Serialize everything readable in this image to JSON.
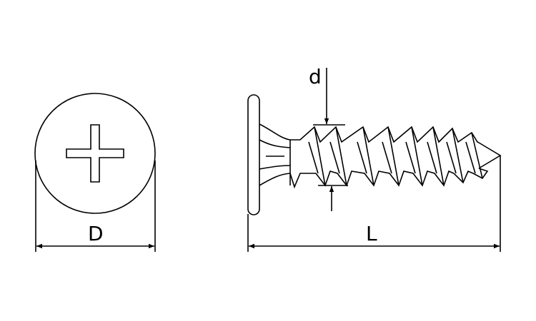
{
  "labels": {
    "head_diameter": "D",
    "thread_diameter": "d",
    "length": "L"
  },
  "colors": {
    "stroke": "#000000",
    "background": "#ffffff"
  }
}
